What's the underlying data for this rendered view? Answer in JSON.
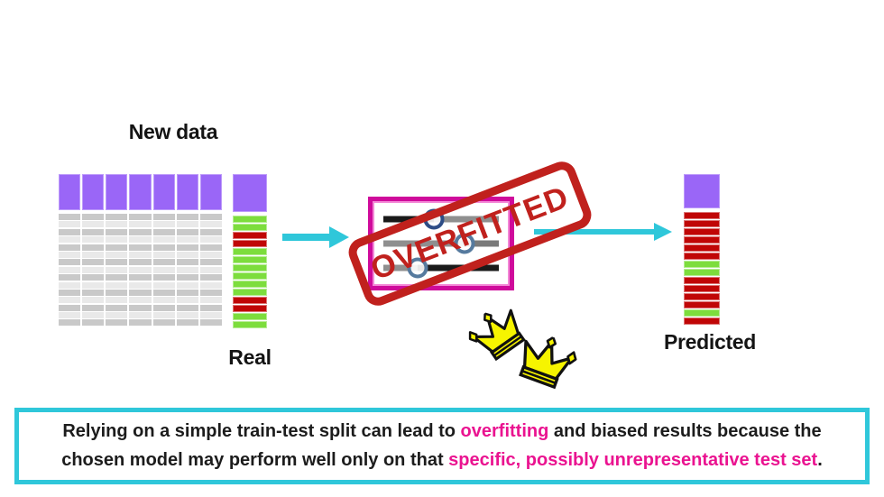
{
  "labels": {
    "new_data": "New data",
    "real": "Real",
    "predicted": "Predicted"
  },
  "stamp": {
    "text": "OVERFITTED",
    "color": "#c0211d"
  },
  "colors": {
    "purple": "#9a66f7",
    "row_dark": "#c9c9c9",
    "row_light": "#e9e9e9",
    "green": "#7ddd3d",
    "red": "#c00606",
    "cyan": "#2fc7da",
    "magenta_box": "#cf0b9b",
    "magenta_text": "#ea1390",
    "text": "#1c1c1c"
  },
  "grid": {
    "columns": 7,
    "body_rows": 15
  },
  "real_column": {
    "cells": [
      "green",
      "green",
      "red",
      "red",
      "green",
      "green",
      "green",
      "green",
      "green",
      "green",
      "red",
      "red",
      "green",
      "green"
    ]
  },
  "predicted_column": {
    "cells": [
      "red",
      "red",
      "red",
      "red",
      "red",
      "red",
      "green",
      "green",
      "red",
      "red",
      "red",
      "red",
      "green",
      "red"
    ]
  },
  "model_icon": {
    "sliders": [
      {
        "left_color": "#1a1a1a",
        "right_color": "#8f8f8f",
        "handle": 44,
        "handle_color": "#2e4d86"
      },
      {
        "left_color": "#8f8f8f",
        "right_color": "#7a7a7a",
        "handle": 70,
        "handle_color": "#567a9e"
      },
      {
        "left_color": "#8f8f8f",
        "right_color": "#1a1a1a",
        "handle": 30,
        "handle_color": "#567a9e"
      }
    ]
  },
  "caption": {
    "lines": [
      [
        {
          "text": "Relying on a simple train-test split can lead to ",
          "highlight": false
        },
        {
          "text": "overfitting",
          "highlight": true
        },
        {
          "text": " and biased results because the",
          "highlight": false
        }
      ],
      [
        {
          "text": "chosen model may perform well only on that ",
          "highlight": false
        },
        {
          "text": "specific, possibly unrepresentative test set",
          "highlight": true
        },
        {
          "text": ".",
          "highlight": false
        }
      ]
    ]
  }
}
